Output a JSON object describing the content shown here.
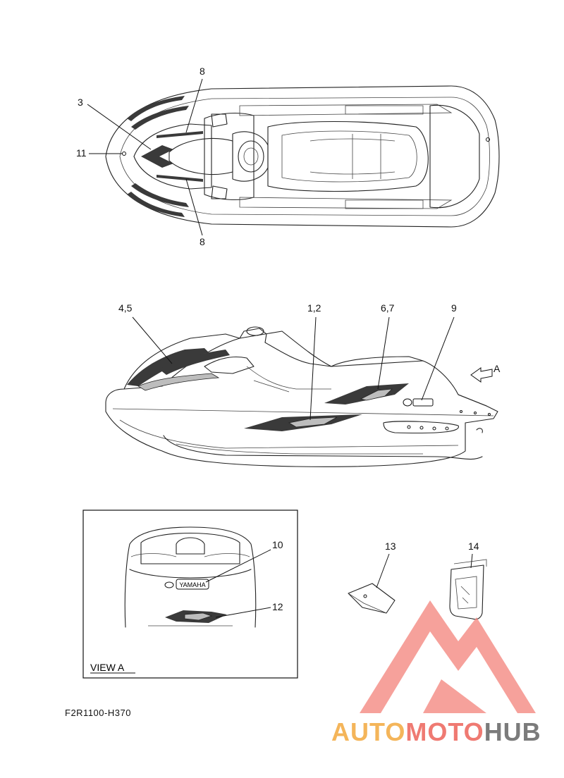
{
  "callouts": {
    "top_8_upper": "8",
    "top_3": "3",
    "top_11": "11",
    "top_8_lower": "8",
    "side_45": "4,5",
    "side_12": "1,2",
    "side_67": "6,7",
    "side_9": "9",
    "side_A": "A",
    "view_10": "10",
    "view_12": "12",
    "part_13": "13",
    "part_14": "14"
  },
  "view_label": "VIEW A",
  "decal_text": {
    "yamaha": "YAMAHA"
  },
  "part_code": "F2R1100-H370",
  "watermark": {
    "word1": "AUTO",
    "word2": "MOTO",
    "word3": "HUB",
    "colors": {
      "auto": "#f4b55a",
      "moto": "#ef7a72",
      "hub": "#7b7b7b",
      "logo": "#f3827a"
    }
  },
  "icons": {
    "arrow": "hollow-arrow-icon",
    "logo": "triangle-logo-icon"
  }
}
